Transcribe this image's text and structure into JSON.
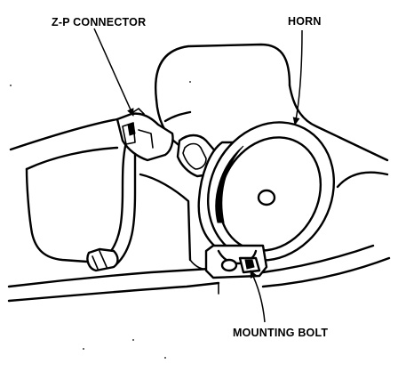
{
  "labels": {
    "connector": "Z-P CONNECTOR",
    "horn": "HORN",
    "bolt": "MOUNTING BOLT"
  },
  "colors": {
    "ink": "#000000",
    "paper": "#ffffff"
  }
}
